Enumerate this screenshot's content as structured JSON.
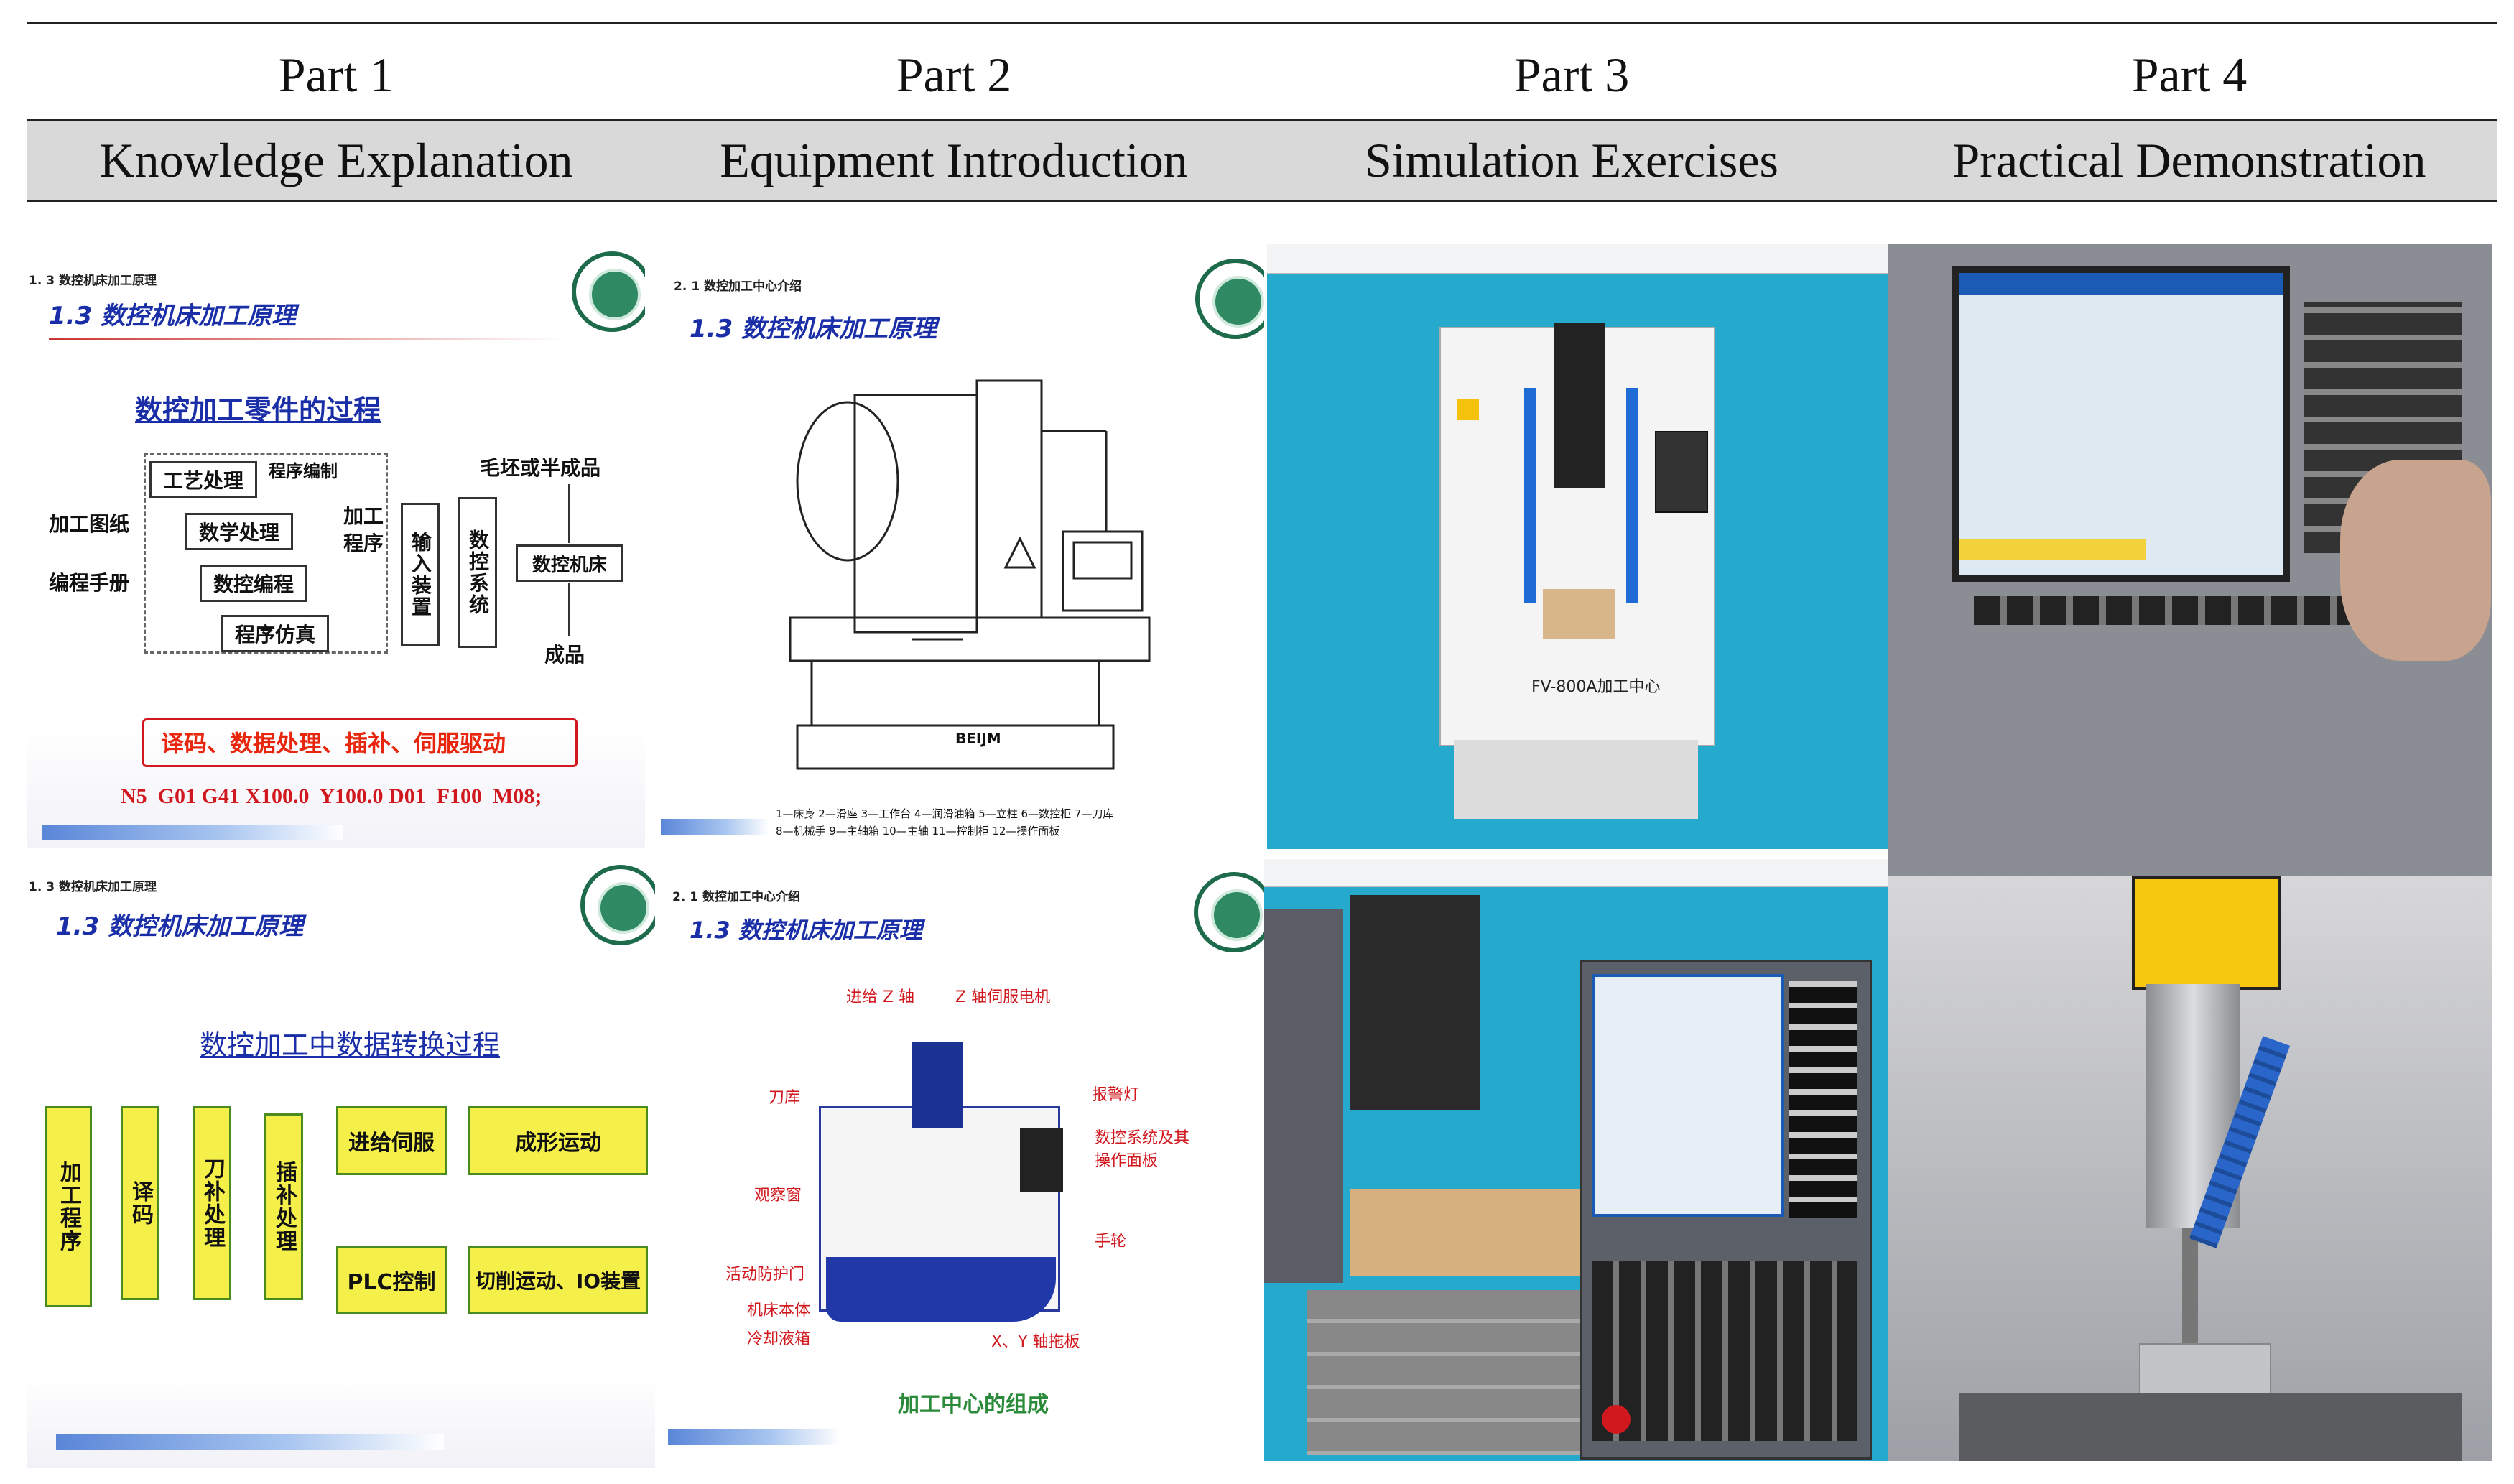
{
  "header": {
    "parts": [
      "Part 1",
      "Part 2",
      "Part 3",
      "Part 4"
    ],
    "sections": [
      "Knowledge Explanation",
      "Equipment Introduction",
      "Simulation Exercises",
      "Practical Demonstration"
    ]
  },
  "slide1": {
    "crumb": "1. 3 数控机床加工原理",
    "title": "1.3  数控机床加工原理",
    "subtitle": "数控加工零件的过程",
    "drawing": "加工图纸",
    "manual": "编程手册",
    "steps": [
      "工艺处理",
      "数学处理",
      "数控编程",
      "程序仿真"
    ],
    "prog_edit": "程序编制",
    "program": "加工\n程序",
    "input": "输入装置",
    "cnc": "数控系统",
    "machine": "数控机床",
    "blank": "毛坯或半成品",
    "product": "成品",
    "process_chain": "译码、数据处理、插补、伺服驱动",
    "code": "N5  G01 G41 X100.0  Y100.0 D01  F100  M08;"
  },
  "slide2": {
    "crumb": "2. 1 数控加工中心介绍",
    "title": "1.3  数控机床加工原理",
    "brand": "BEIJM",
    "caption_line1": "1—床身 2—滑座 3—工作台 4—润滑油箱 5—立柱 6—数控柜 7—刀库",
    "caption_line2": "8—机械手 9—主轴箱 10—主轴 11—控制柜 12—操作面板"
  },
  "slide3": {
    "crumb": "1. 3 数控机床加工原理",
    "title": "1.3  数控机床加工原理",
    "subtitle": "数控加工中数据转换过程",
    "program": "加工程序",
    "decode": "译码",
    "comp": "刀补处理",
    "interp": "插补处理",
    "feed": "进给伺服",
    "forming": "成形运动",
    "plc": "PLC控制",
    "cutting": "切削运动、IO装置"
  },
  "slide4": {
    "crumb": "2. 1 数控加工中心介绍",
    "title": "1.3  数控机床加工原理",
    "labels": [
      "进给 Z 轴",
      "Z 轴伺服电机",
      "刀库",
      "报警灯",
      "数控系统及其\n操作面板",
      "观察窗",
      "手轮",
      "活动防护门",
      "机床本体",
      "冷却液箱",
      "X、Y 轴拖板"
    ],
    "caption": "加工中心的组成"
  },
  "sim": {
    "model": "FV-800A加工中心"
  },
  "colors": {
    "sim_bg": "#25aacd",
    "slide_blue": "#1a2ea8",
    "annotation_red": "#d0181e",
    "header_band": "#d9d9d9"
  }
}
